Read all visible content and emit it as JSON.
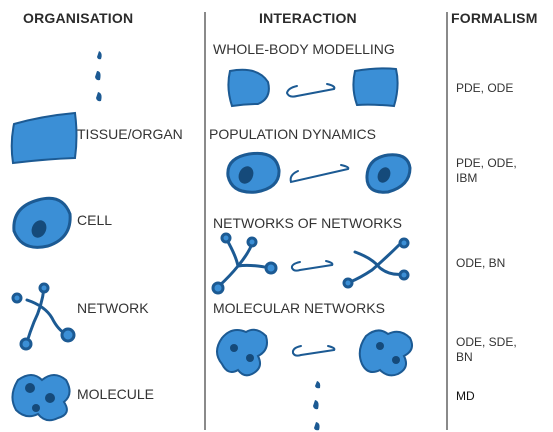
{
  "colors": {
    "fill": "#3b8fd6",
    "stroke": "#1c5a93",
    "dark": "#154a7a",
    "divider": "#8a8a8a",
    "text": "#333333"
  },
  "headers": {
    "organisation": "ORGANISATION",
    "interaction": "INTERACTION",
    "formalism": "FORMALISM"
  },
  "organisation": {
    "tissue": "TISSUE/ORGAN",
    "cell": "CELL",
    "network": "NETWORK",
    "molecule": "MOLECULE"
  },
  "interaction": {
    "whole_body": "WHOLE-BODY MODELLING",
    "population": "POPULATION DYNAMICS",
    "networks": "NETWORKS OF NETWORKS",
    "molecular": "MOLECULAR NETWORKS"
  },
  "formalism": {
    "whole_body": "PDE, ODE",
    "population_1": "PDE, ODE,",
    "population_2": "IBM",
    "networks": "ODE, BN",
    "molecular_1": "ODE, SDE,",
    "molecular_2": "BN",
    "md": "MD"
  }
}
